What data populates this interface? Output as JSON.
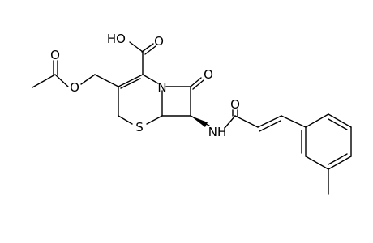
{
  "molecule": {
    "atoms": {
      "hydroxyl_O": "HO",
      "carbonyl_O_acid": "O",
      "ester_carbonyl_O": "O",
      "ester_O": "O",
      "ring_N": "N",
      "lactam_O": "O",
      "ring_S": "S",
      "amide_NH": "NH",
      "amide_O": "O"
    }
  }
}
